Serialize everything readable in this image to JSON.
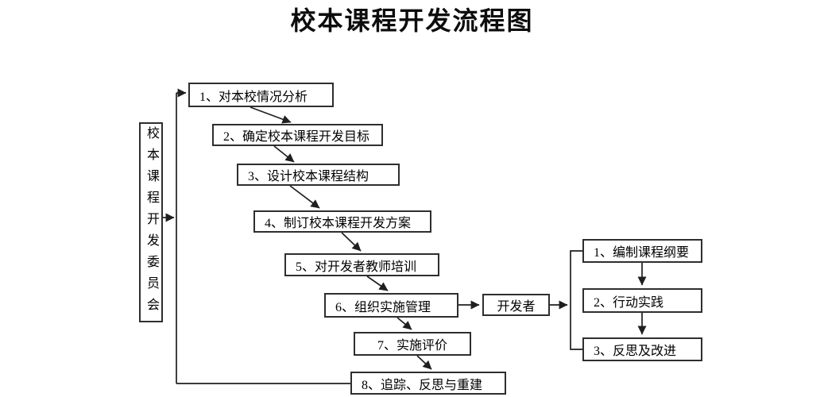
{
  "title": "校本课程开发流程图",
  "committee": {
    "label": "校本课程开发委员会"
  },
  "main_steps": [
    {
      "label": "1、对本校情况分析"
    },
    {
      "label": "2、确定校本课程开发目标"
    },
    {
      "label": "3、设计校本课程结构"
    },
    {
      "label": "4、制订校本课程开发方案"
    },
    {
      "label": "5、对开发者教师培训"
    },
    {
      "label": "6、组织实施管理"
    },
    {
      "label": "7、实施评价"
    },
    {
      "label": "8、追踪、反思与重建"
    }
  ],
  "developer": {
    "label": "开发者"
  },
  "developer_steps": [
    {
      "label": "1、编制课程纲要"
    },
    {
      "label": "2、行动实践"
    },
    {
      "label": "3、反思及改进"
    }
  ],
  "flow": [
    "校本课程开发委员会 -> 1、对本校情况分析",
    "1 -> 2 -> 3 -> 4 -> 5 -> 6 (级联对角箭头)",
    "6、组织实施管理 -> 开发者",
    "开发者 -> {1、编制课程纲要, 3、反思及改进}",
    "编制课程纲要 -> 行动实践 -> 反思及改进",
    "6 -> 7 -> 8",
    "8、追踪、反思与重建 - 回连至委员会纵线"
  ],
  "colors": {
    "background": "#ffffff",
    "border": "#2e2e2e",
    "line": "#1f1f1f",
    "text": "#000000"
  }
}
